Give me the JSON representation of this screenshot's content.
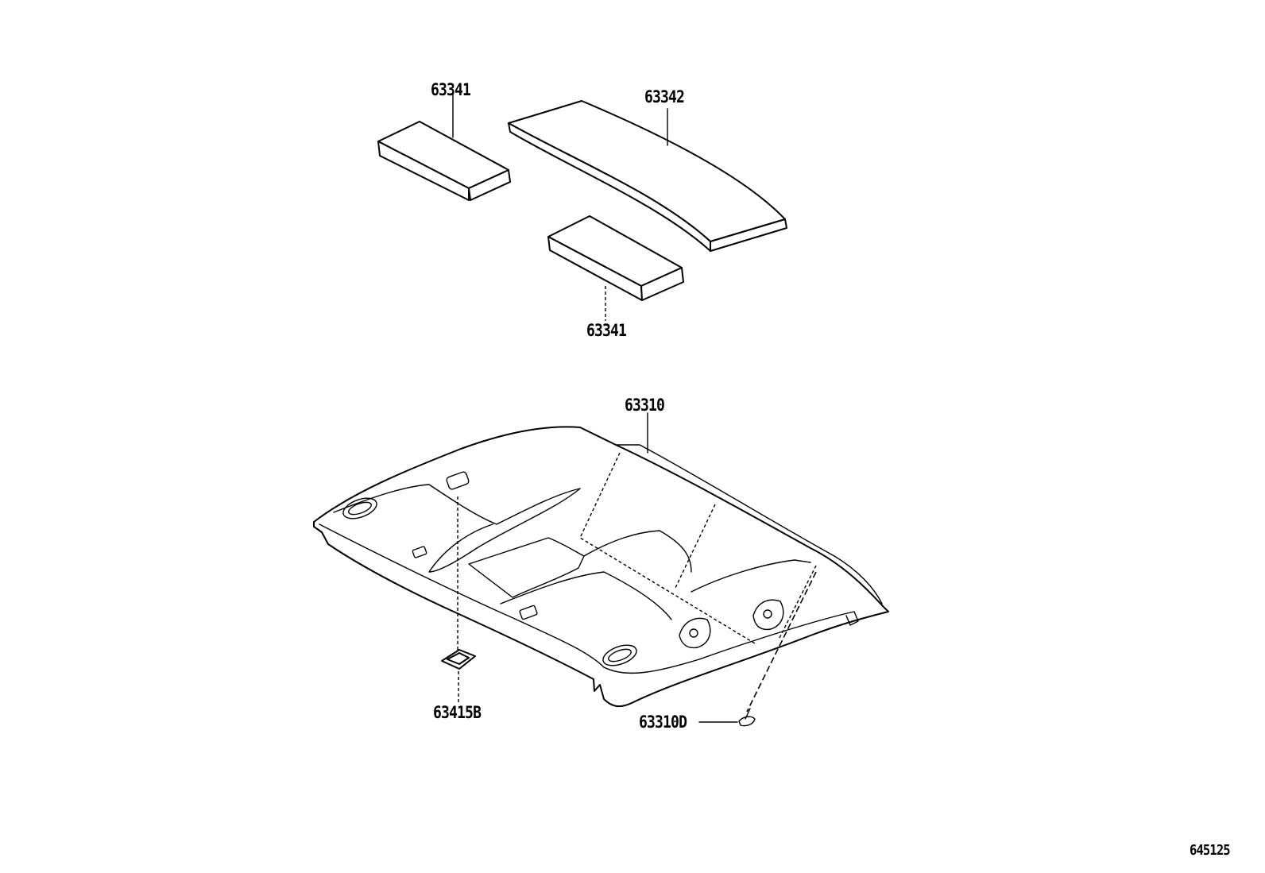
{
  "diagram": {
    "parts": [
      {
        "id": "pad-left",
        "label": "63341"
      },
      {
        "id": "pad-long",
        "label": "63342"
      },
      {
        "id": "pad-right",
        "label": "63341"
      },
      {
        "id": "headliner",
        "label": "63310"
      },
      {
        "id": "clip-b",
        "label": "63415B"
      },
      {
        "id": "clip-d",
        "label": "63310D"
      }
    ],
    "illustration_number": "645125"
  }
}
